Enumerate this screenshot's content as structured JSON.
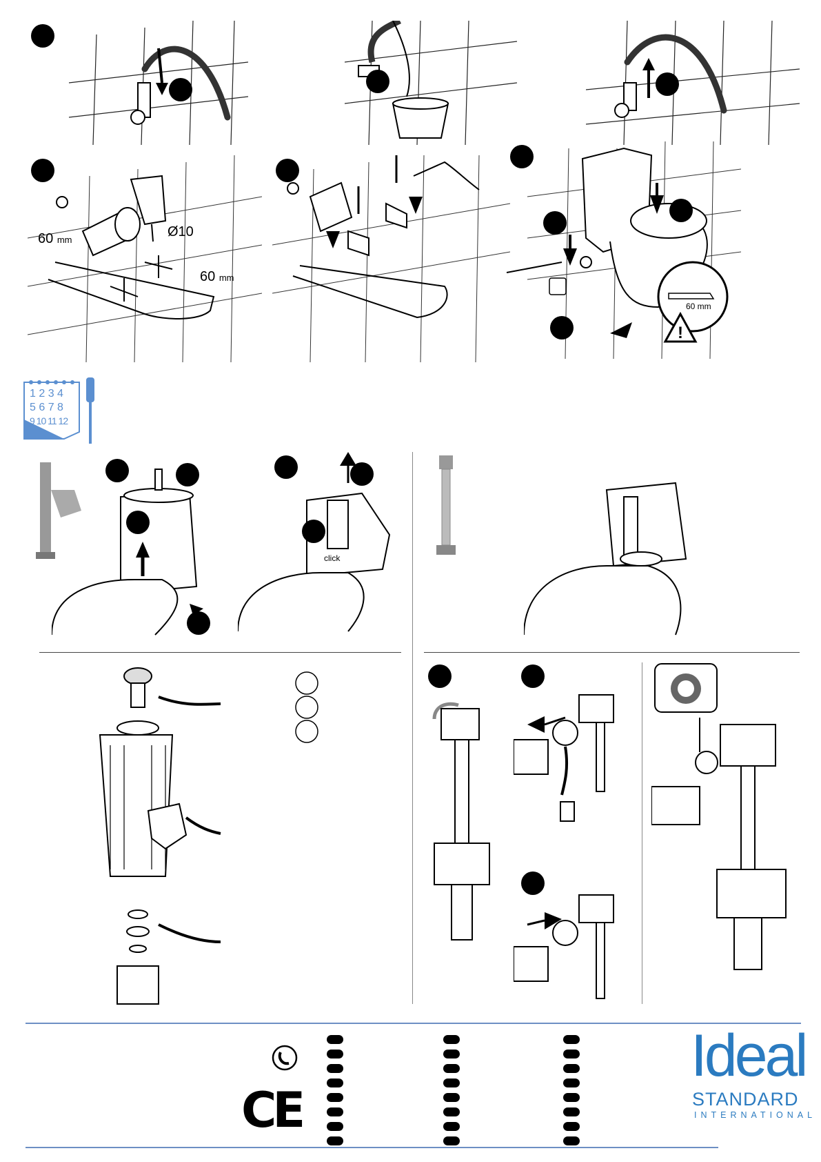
{
  "dimensions": {
    "left_offset": "60",
    "right_offset": "60",
    "unit": "mm",
    "drill_diameter": "Ø10",
    "screw_length": "60 mm"
  },
  "icons": {
    "calendar": "calendar-icon",
    "screwdriver": "screwdriver-icon",
    "warning": "warning-triangle-icon",
    "water_level": "water-level-icon",
    "trash": "trash-bin-icon",
    "phone": "phone-icon",
    "ce_mark": "ce-mark",
    "click": "click-label"
  },
  "calendar_numbers": [
    "1 2 3 4",
    "5 6 7 8",
    "9 10 11 12"
  ],
  "click_label": "click",
  "ce_mark": "CE",
  "logo": {
    "line1": "Ideal",
    "line2": "STANDARD",
    "line3": "INTERNATIONAL"
  },
  "colors": {
    "brand_blue": "#2b7bc0",
    "rule_blue": "#6d8fc4",
    "calendar_blue": "#5b8fd0"
  }
}
